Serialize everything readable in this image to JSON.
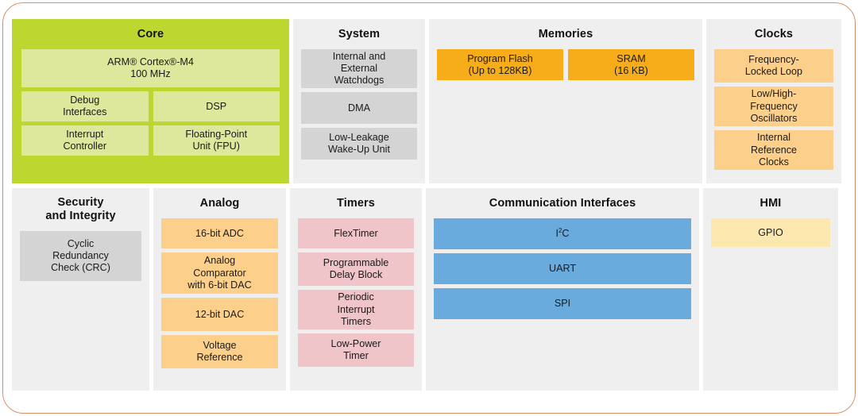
{
  "frame": {
    "border_color": "#d98f6e",
    "background": "#ffffff"
  },
  "palette": {
    "core_green": "#bdd630",
    "core_block": "#dde89c",
    "panel_grey": "#efefef",
    "block_grey": "#d4d4d4",
    "memory_orange": "#f7ad1a",
    "clock_amber": "#fcd08a",
    "timer_pink": "#efc5ca",
    "comm_blue": "#6aabdd",
    "hmi_yellow": "#fce8ae"
  },
  "panels": {
    "core": {
      "title": "Core",
      "main": {
        "line1": "ARM® Cortex®-M4",
        "line2": "100 MHz"
      },
      "sub": [
        {
          "line1": "Debug",
          "line2": "Interfaces"
        },
        {
          "line1": "DSP",
          "line2": ""
        },
        {
          "line1": "Interrupt",
          "line2": "Controller"
        },
        {
          "line1": "Floating-Point",
          "line2": "Unit (FPU)"
        }
      ]
    },
    "system": {
      "title": "System",
      "blocks": [
        {
          "line1": "Internal and",
          "line2": "External",
          "line3": "Watchdogs"
        },
        {
          "line1": "DMA",
          "line2": "",
          "line3": ""
        },
        {
          "line1": "Low-Leakage",
          "line2": "Wake-Up Unit",
          "line3": ""
        }
      ]
    },
    "memories": {
      "title": "Memories",
      "blocks": [
        {
          "line1": "Program Flash",
          "line2": "(Up to 128KB)"
        },
        {
          "line1": "SRAM",
          "line2": "(16 KB)"
        }
      ]
    },
    "clocks": {
      "title": "Clocks",
      "blocks": [
        {
          "line1": "Frequency-",
          "line2": "Locked Loop",
          "line3": ""
        },
        {
          "line1": "Low/High-",
          "line2": "Frequency",
          "line3": "Oscillators"
        },
        {
          "line1": "Internal",
          "line2": "Reference",
          "line3": "Clocks"
        }
      ]
    },
    "security": {
      "title_line1": "Security",
      "title_line2": "and Integrity",
      "blocks": [
        {
          "line1": "Cyclic",
          "line2": "Redundancy",
          "line3": "Check (CRC)"
        }
      ]
    },
    "analog": {
      "title": "Analog",
      "blocks": [
        {
          "line1": "16-bit ADC",
          "line2": "",
          "line3": ""
        },
        {
          "line1": "Analog",
          "line2": "Comparator",
          "line3": "with 6-bit DAC"
        },
        {
          "line1": "12-bit DAC",
          "line2": "",
          "line3": ""
        },
        {
          "line1": "Voltage",
          "line2": "Reference",
          "line3": ""
        }
      ]
    },
    "timers": {
      "title": "Timers",
      "blocks": [
        {
          "line1": "FlexTimer",
          "line2": "",
          "line3": ""
        },
        {
          "line1": "Programmable",
          "line2": "Delay Block",
          "line3": ""
        },
        {
          "line1": "Periodic",
          "line2": "Interrupt",
          "line3": "Timers"
        },
        {
          "line1": "Low-Power",
          "line2": "Timer",
          "line3": ""
        }
      ]
    },
    "communication": {
      "title": "Communication Interfaces",
      "blocks": [
        {
          "label_pre": "I",
          "label_sup": "2",
          "label_post": "C"
        },
        {
          "label_pre": "UART",
          "label_sup": "",
          "label_post": ""
        },
        {
          "label_pre": "SPI",
          "label_sup": "",
          "label_post": ""
        }
      ]
    },
    "hmi": {
      "title": "HMI",
      "blocks": [
        {
          "line1": "GPIO"
        }
      ]
    }
  }
}
